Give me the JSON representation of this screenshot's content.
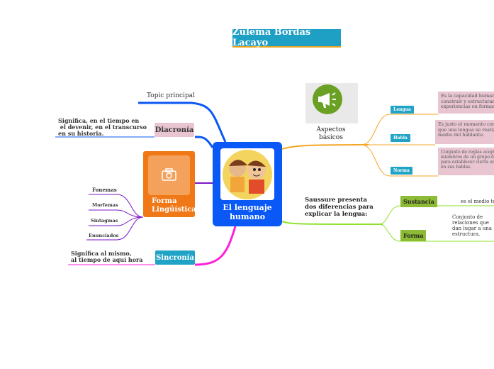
{
  "title": "Zulema Bordas Lacayo",
  "central": {
    "label": "El lenguaje\nhumano",
    "line1": "El lenguaje",
    "line2": "humano"
  },
  "left": {
    "topic_principal": "Topic principal",
    "diacronia": {
      "label": "Diacronía",
      "note_line1": "Significa, en el tiempo en",
      "note_line2": " el devenir, en el transcurso",
      "note_line3": "en su historia."
    },
    "forma_linguistica": {
      "label_line1": "Forma",
      "label_line2": "Lingüística",
      "items": [
        "Fonemas",
        "Morfemas",
        "Sintagmas",
        "Enunciados"
      ]
    },
    "sincronia": {
      "label": "Sincronía",
      "note_line1": "Significa al mismo,",
      "note_line2": "al tiempo de aquí hora"
    }
  },
  "right": {
    "aspectos": {
      "label_line1": "Aspectos",
      "label_line2": "básicos",
      "items": [
        {
          "badge": "Lengua",
          "note_line1": "Es la capacidad humana",
          "note_line2": "construir y estructurar s",
          "note_line3": "experiencias en formas"
        },
        {
          "badge": "Habla",
          "note_line1": "Es justo el momento con",
          "note_line2": "que una lengua se realiz",
          "note_line3": "medio del hablante."
        },
        {
          "badge": "Norma",
          "note_line1": "Conjunto de reglas aceptad",
          "note_line2": "miembros de un grupo de i",
          "note_line3": "para establecer cierta unid",
          "note_line4": "en sus hablas."
        }
      ]
    },
    "saussure": {
      "line1": "Saussure presenta",
      "line2": "dos diferencias para",
      "line3": "explicar la lengua:",
      "sustancia": {
        "label": "Sustancia",
        "note": "es el medio tot"
      },
      "forma": {
        "label": "Forma",
        "note_line1": "Conjunto de",
        "note_line2": "relaciones que",
        "note_line3": "dan lugar a una",
        "note_line4": "estructura."
      }
    }
  },
  "colors": {
    "central": "#0a58f5",
    "title": "#1e9fc4",
    "orange": "#f07817",
    "pink_line": "#ff1fd8",
    "purple_line": "#7b17c9",
    "blue_line": "#0a58f5",
    "orange_line": "#f5a623",
    "green_line": "#8ee12a"
  }
}
